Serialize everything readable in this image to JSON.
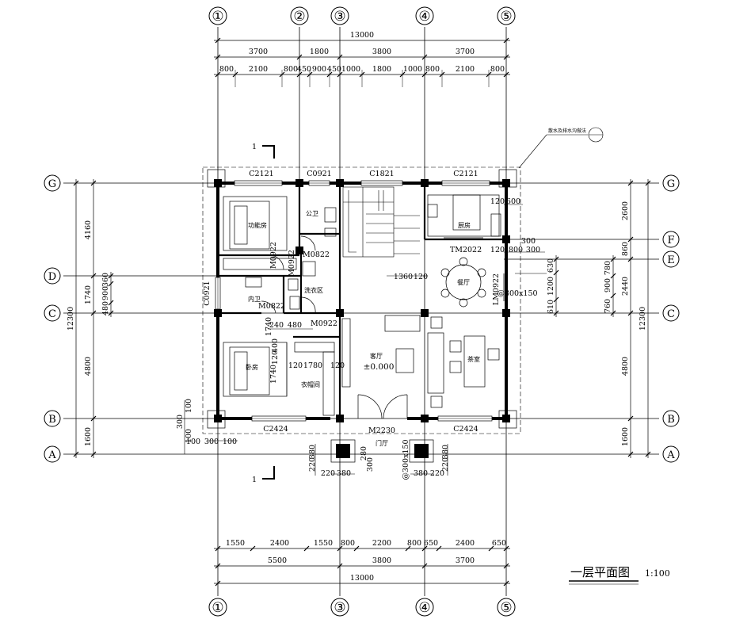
{
  "title": "一层平面图",
  "scale": "1:100",
  "section_mark": "1",
  "callout": "散水及排水沟做法",
  "grid_v_top": [
    "①",
    "②",
    "③",
    "④",
    "⑤"
  ],
  "grid_v_bottom": [
    "①",
    "③",
    "④",
    "⑤"
  ],
  "grid_h": [
    "G",
    "F",
    "E",
    "D",
    "C",
    "B",
    "A"
  ],
  "top_dims": {
    "total": "13000",
    "row1": [
      "3700",
      "1800",
      "3800",
      "3700"
    ],
    "row2": [
      "800",
      "2100",
      "800",
      "450",
      "900",
      "450",
      "1000",
      "1800",
      "1000",
      "800",
      "2100",
      "800"
    ]
  },
  "bottom_dims": {
    "row1": [
      "1550",
      "2400",
      "1550",
      "800",
      "2200",
      "800",
      "650",
      "2400",
      "650"
    ],
    "row2": [
      "5500",
      "3800",
      "3700"
    ],
    "total": "13000"
  },
  "left_dims": {
    "total": "12300",
    "row1": [
      "4160",
      "1740",
      "4800",
      "1600"
    ],
    "row2": [
      "360",
      "900",
      "480"
    ]
  },
  "right_dims": {
    "total": "12300",
    "row1": [
      "2600",
      "860",
      "2440",
      "4800",
      "1600"
    ],
    "row2": [
      "630",
      "1200",
      "610"
    ],
    "row3": [
      "780",
      "900",
      "760"
    ]
  },
  "windows": [
    "C2121",
    "C0921",
    "C1821",
    "C2121",
    "C2424",
    "C2424",
    "C0921"
  ],
  "doors": [
    "M0822",
    "M0922",
    "M0822",
    "M0922",
    "M2230",
    "TM2022",
    "LM0922",
    "M0922"
  ],
  "rooms": [
    "功能房",
    "公卫",
    "厨房",
    "餐厅",
    "内卫",
    "洗衣区",
    "卧房",
    "衣帽间",
    "客厅",
    "茶室",
    "门厅"
  ],
  "elevation": "±0.000",
  "inner_dims": [
    "1360",
    "120",
    "240",
    "480",
    "120",
    "600",
    "120",
    "800",
    "300",
    "300",
    "400",
    "120",
    "1740",
    "120",
    "1780",
    "120",
    "1740",
    "100",
    "300",
    "100",
    "100",
    "300",
    "100",
    "220",
    "380",
    "220",
    "380",
    "280",
    "300",
    "380",
    "220",
    "380",
    "220"
  ],
  "column_note": "@300x150"
}
